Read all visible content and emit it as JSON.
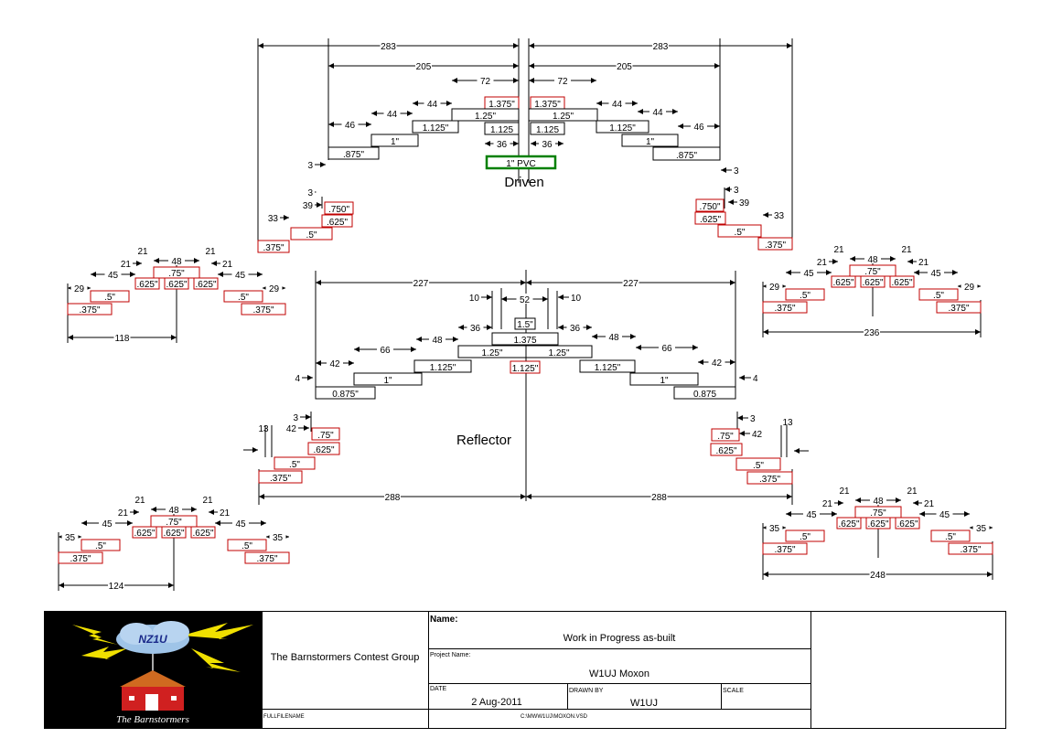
{
  "driven": {
    "title": "Driven",
    "center_label": "1\" PVC",
    "dims": {
      "half": "283",
      "d205": "205",
      "d72": "72",
      "d46": "46",
      "d44": "44",
      "d36": "36",
      "d3": "3",
      "d39": "39",
      "d33": "33"
    },
    "tubes": {
      "t1375": "1.375\"",
      "t125": "1.25\"",
      "t1125q": "1.125\"",
      "t1125": "1.125",
      "t1": "1\"",
      "t875": ".875\"",
      "t750": ".750\"",
      "t625": ".625\"",
      "t5": ".5\"",
      "t375": ".375\""
    }
  },
  "reflector": {
    "title": "Reflector",
    "dims": {
      "half": "227",
      "d52": "52",
      "d10": "10",
      "d36": "36",
      "d48": "48",
      "d66": "66",
      "d42": "42",
      "d4": "4",
      "d3": "3",
      "d13": "13",
      "d288": "288"
    },
    "tubes": {
      "t15": "1.5\"",
      "t1375": "1.375",
      "t125": "1.25\"",
      "t1125q": "1.125\"",
      "t1": "1\"",
      "t0875q": "0.875\"",
      "t0875": "0.875",
      "t75": ".75\"",
      "t625": ".625\"",
      "t5": ".5\"",
      "t375": ".375\""
    }
  },
  "tips": {
    "d21": "21",
    "d48": "48",
    "d45": "45",
    "d29": "29",
    "d35": "35",
    "t75": ".75\"",
    "t625": ".625\"",
    "t5": ".5\"",
    "t375": ".375\"",
    "w118": "118",
    "w236": "236",
    "w124": "124",
    "w248": "248"
  },
  "title_block": {
    "logo_callsign": "NZ1U",
    "logo_caption": "The Barnstormers",
    "group": "The Barnstormers Contest Group",
    "name_label": "Name:",
    "name_value": "Work in Progress as-built",
    "project_label": "Project Name:",
    "project_value": "W1UJ Moxon",
    "date_label": "DATE",
    "date_value": "2 Aug-2011",
    "drawn_label": "DRAWN BY",
    "drawn_value": "W1UJ",
    "scale_label": "SCALE",
    "file_label": "FULLFILENAME",
    "file_value": "C:\\MWW1UJ\\MOXON.VSD"
  },
  "colors": {
    "red_box": "#c00000",
    "pvc_box": "#008000"
  }
}
